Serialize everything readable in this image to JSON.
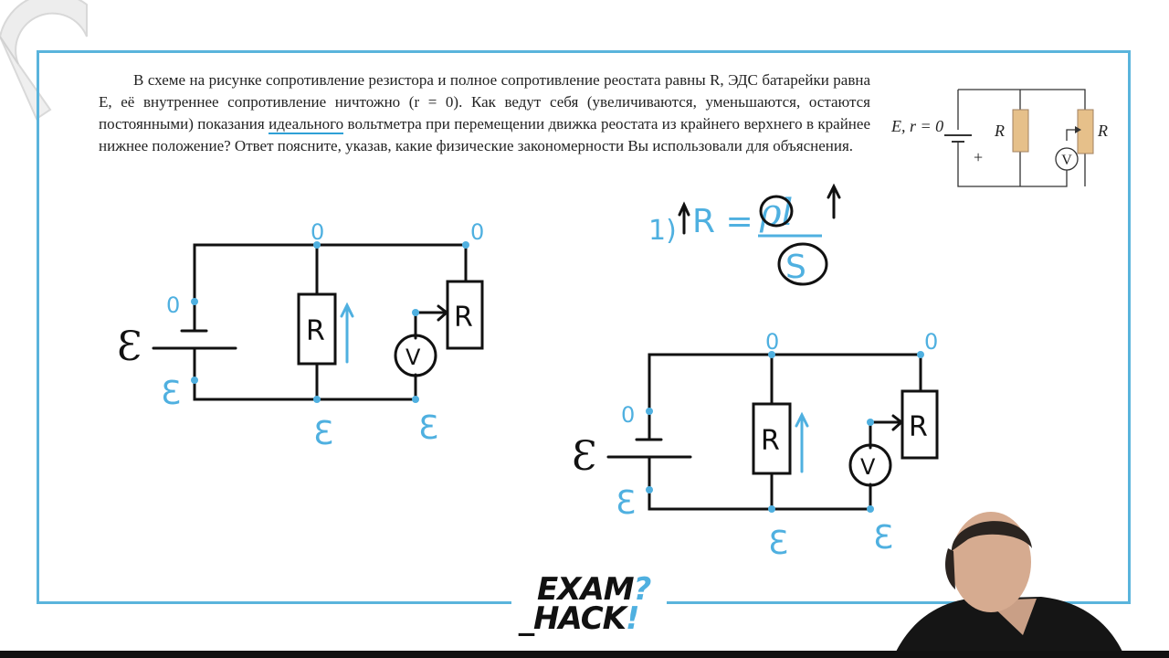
{
  "problem": {
    "text_before": "В схеме на рисунке сопротивление резистора и полное сопротивление реостата равны R, ЭДС батарейки равна E, её внутреннее сопротивление ничтожно (r = 0). Как ведут себя (увеличиваются, уменьшаются, остаются постоянными) показания ",
    "text_underlined": "идеального",
    "text_after": " вольтметра при перемещении движка реостата из крайнего верхнего в крайнее нижнее положение? Ответ поясните, указав, какие физические закономерности Вы использовали для объяснения."
  },
  "mini_circuit": {
    "source_label": "E, r = 0",
    "plus": "+",
    "resistor_label": "R",
    "rheostat_label": "R",
    "voltmeter_label": "V"
  },
  "sketch_left": {
    "emf": "Ɛ",
    "resistor": "R",
    "rheostat": "R",
    "voltmeter": "V",
    "potential_zero": "0",
    "potential_emf": "Ɛ"
  },
  "sketch_right": {
    "emf": "Ɛ",
    "resistor": "R",
    "rheostat": "R",
    "voltmeter": "V",
    "potential_zero": "0",
    "potential_emf": "Ɛ"
  },
  "formula": {
    "step": "1)",
    "lhs": "R =",
    "numerator": "ρl",
    "denominator": "S"
  },
  "logo": {
    "line1": "EXAM",
    "mark1": "?",
    "line2": "_HACK",
    "mark2": "!"
  },
  "colors": {
    "frame": "#5ab4dc",
    "ink_blue": "#4fb0e0",
    "ink_black": "#111111",
    "resistor_fill": "#e6c08a"
  }
}
